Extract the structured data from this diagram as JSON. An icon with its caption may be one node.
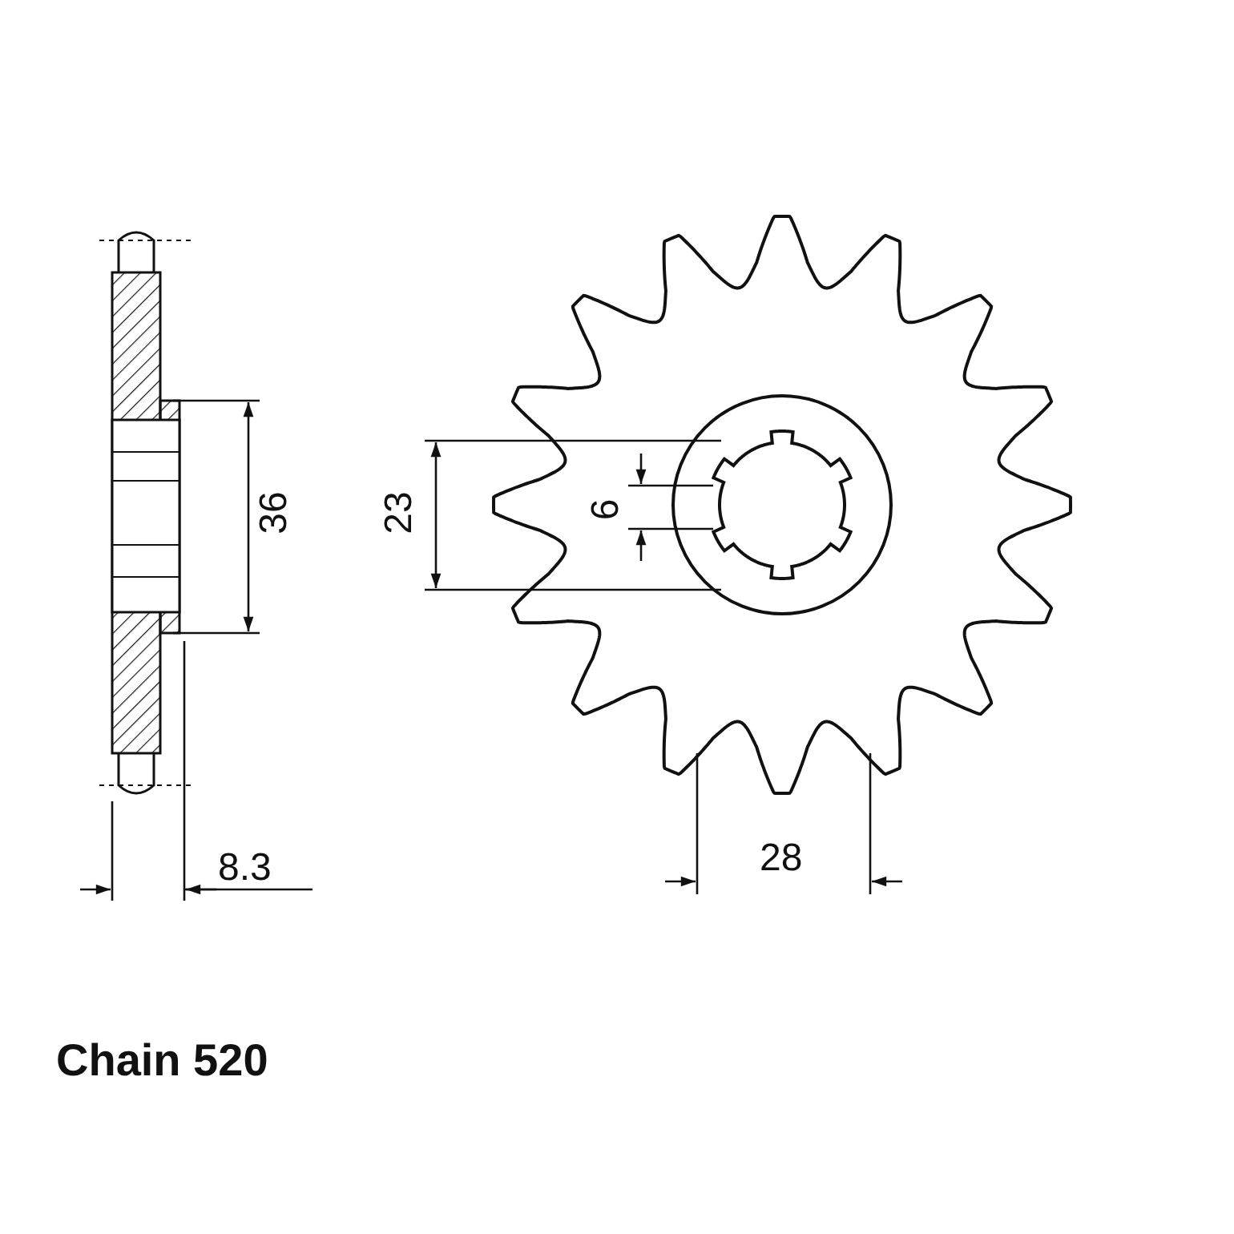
{
  "diagram": {
    "labels": [
      "36",
      "23",
      "6",
      "8.3",
      "28",
      "Chain 520"
    ]
  }
}
